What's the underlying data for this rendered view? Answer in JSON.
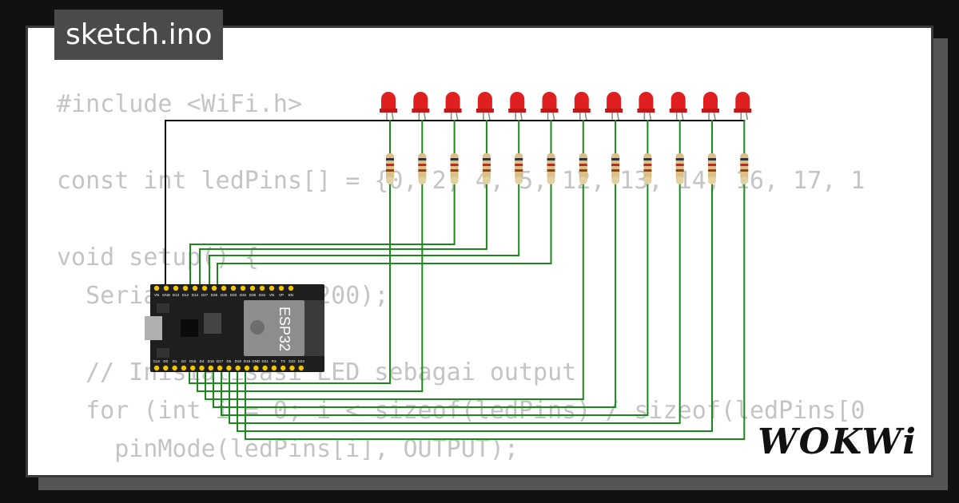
{
  "file_tab": {
    "label": "sketch.ino"
  },
  "code_lines": [
    "#include <WiFi.h>",
    "",
    "const int ledPins[] = {0, 2, 4, 5, 12, 13, 14, 16, 17, 1",
    "",
    "void setup() {",
    "  Serial.begin(115200);",
    "",
    "  // Inisialisasi LED sebagai output",
    "  for (int i = 0; i < sizeof(ledPins) / sizeof(ledPins[0",
    "    pinMode(ledPins[i], OUTPUT);",
    "  }"
  ],
  "board": {
    "chip_label": "ESP32",
    "top_pin_labels": [
      "VN",
      "GND",
      "D13",
      "D12",
      "D14",
      "D27",
      "D26",
      "D25",
      "D33",
      "D32",
      "D35",
      "D34",
      "VN",
      "VP",
      "EN"
    ],
    "bottom_pin_labels": [
      "CLK",
      "D0",
      "D1",
      "D2",
      "D15",
      "D4",
      "D16",
      "D17",
      "D5",
      "D18",
      "D19",
      "GND",
      "D21",
      "RX",
      "TX",
      "D22",
      "D23"
    ]
  },
  "led_count": 12,
  "logo": {
    "text": "WOKWi"
  },
  "colors": {
    "background": "#111111",
    "card": "#ffffff",
    "shadow": "#555555",
    "tab": "#4a4a4a",
    "code_text": "#c4c4c4",
    "led_red": "#e02020",
    "wire_green": "#1a8a1a",
    "wire_black": "#000000",
    "board": "#222222"
  }
}
